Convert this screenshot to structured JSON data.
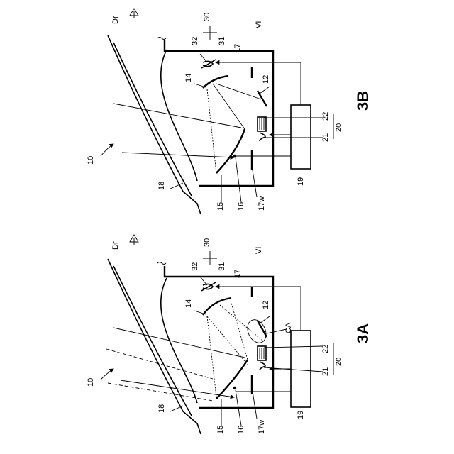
{
  "figures": {
    "a": {
      "id": "fig-3a",
      "title": "3A",
      "labels": {
        "vehicle": "10",
        "windshield": "18",
        "concave_mirror": "14",
        "plane_mirror": "15",
        "shield": "16",
        "opening": "17w",
        "housing": "17",
        "controller": "19",
        "projector": "20",
        "light_source": "21",
        "display": "22",
        "sensor": "30",
        "sensor_emitter": "31",
        "sensor_detector": "32",
        "mirror_12": "12",
        "region": "CA",
        "direction": "Dr",
        "view": "VI"
      }
    },
    "b": {
      "id": "fig-3b",
      "title": "3B",
      "labels": {
        "vehicle": "10",
        "windshield": "18",
        "concave_mirror": "14",
        "plane_mirror": "15",
        "shield": "16",
        "opening": "17w",
        "housing": "17",
        "controller": "19",
        "projector": "20",
        "light_source": "21",
        "display": "22",
        "sensor": "30",
        "sensor_emitter": "31",
        "sensor_detector": "32",
        "mirror_12": "12",
        "direction": "Dr",
        "view": "VI"
      }
    }
  }
}
